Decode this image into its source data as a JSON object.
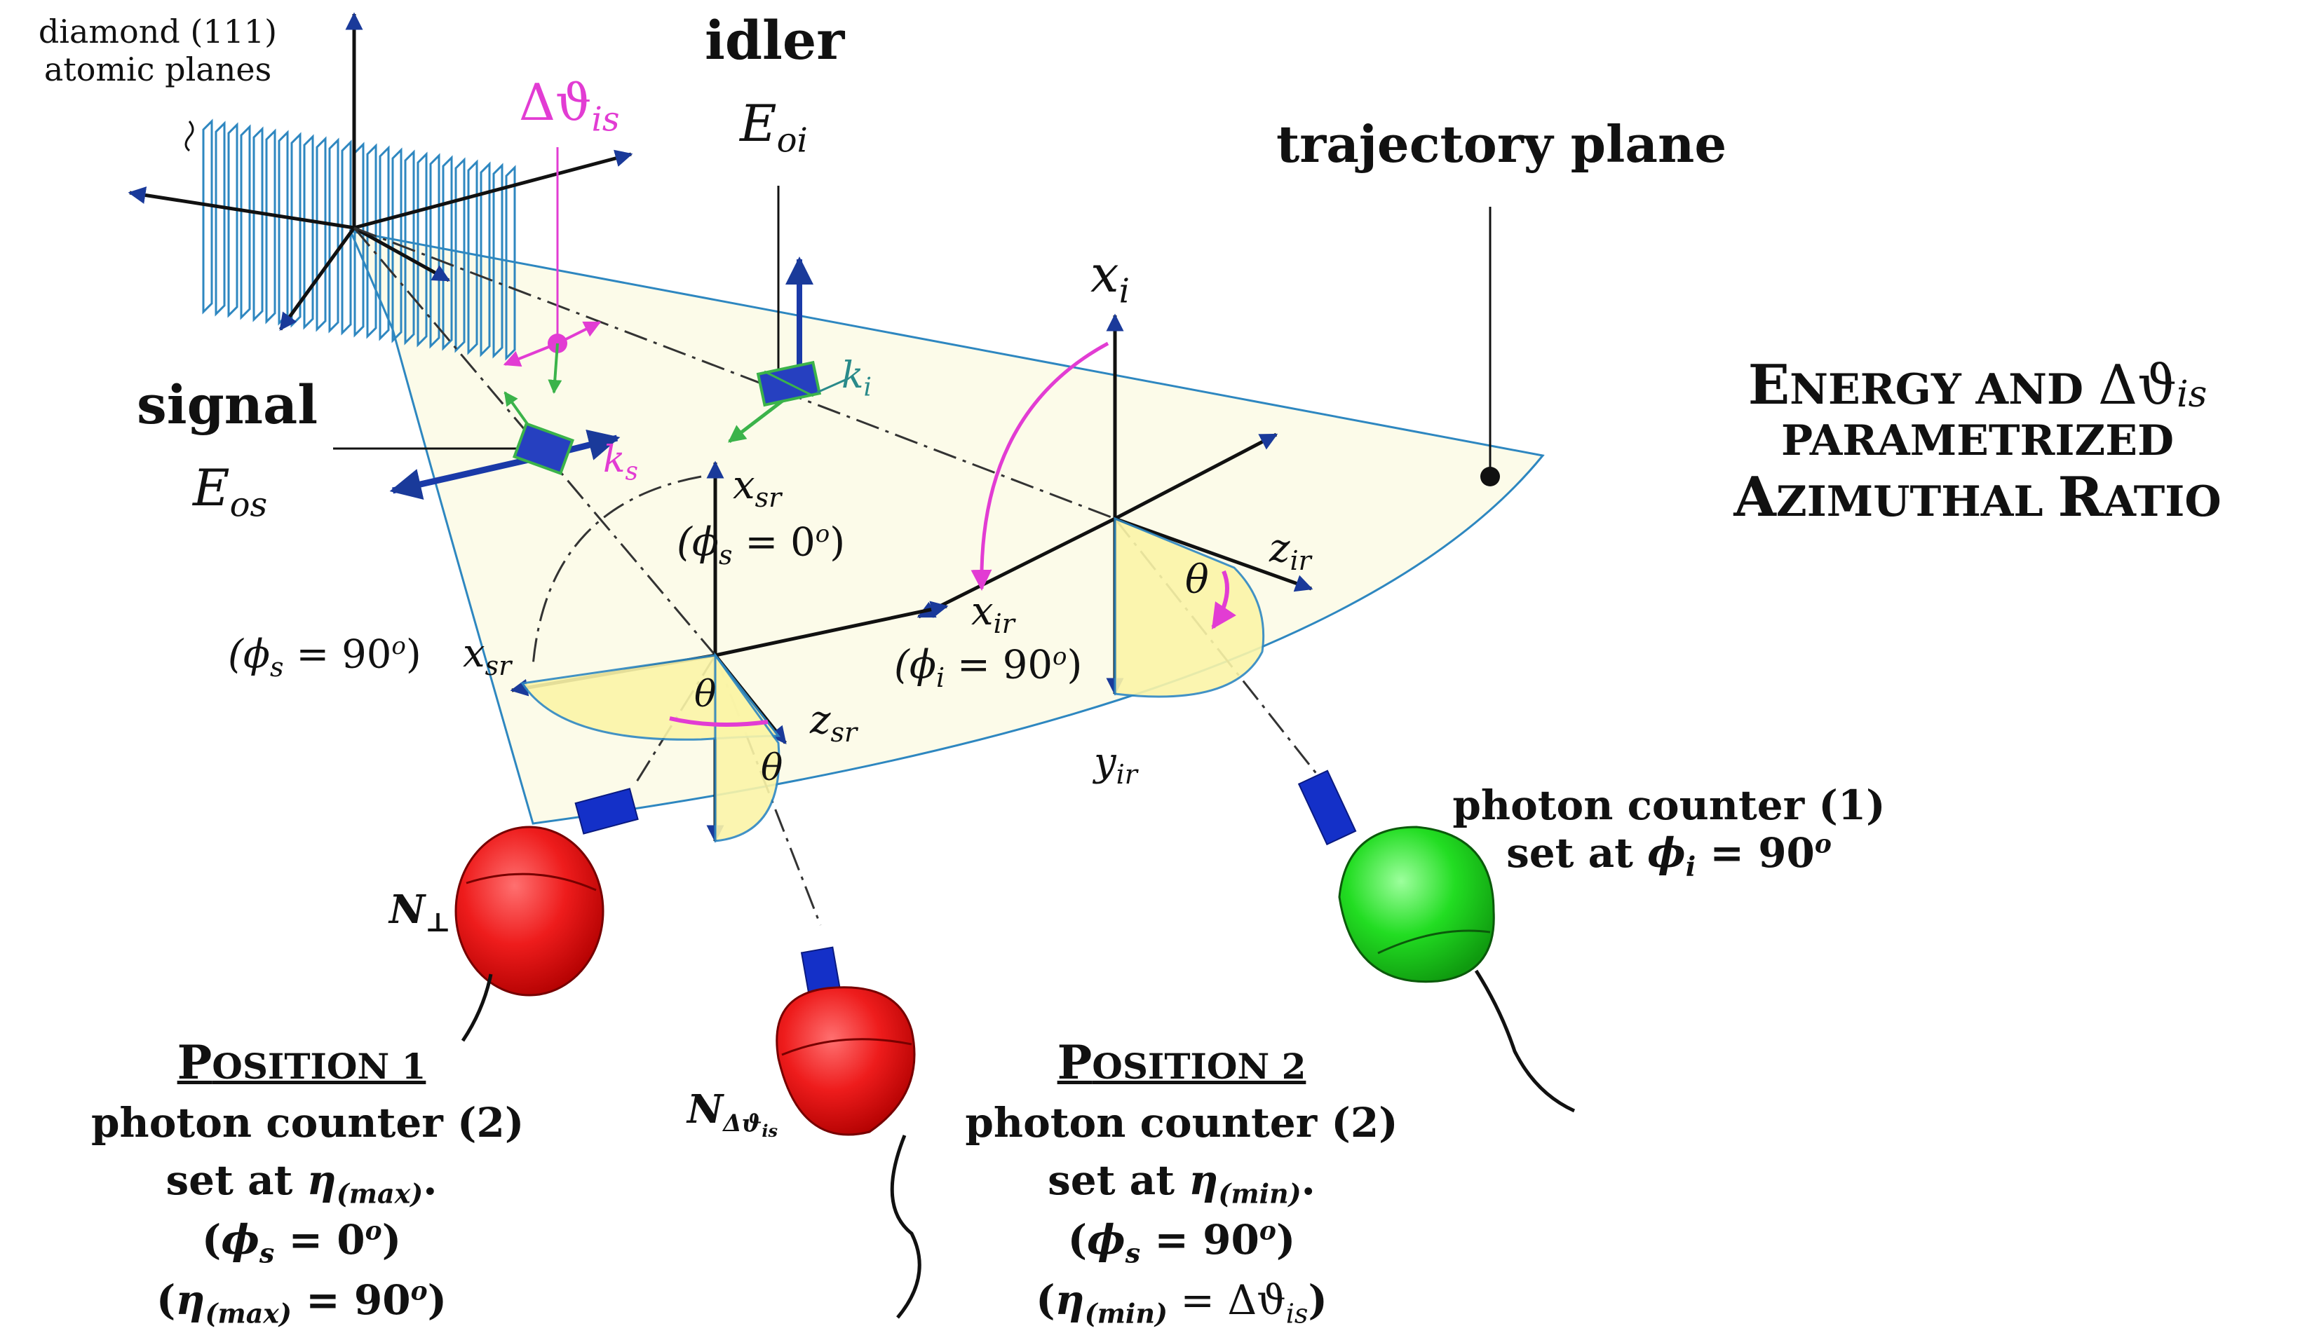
{
  "colors": {
    "plane_fill": "#fcfbe9",
    "plane_edge": "#2e87c0",
    "crystal": "#2e87c0",
    "magenta": "#e23cd3",
    "teal": "#2a8a8a",
    "sector_fill": "#fbf5a8",
    "counter_red": "#ee1c1c",
    "counter_green": "#22dd22",
    "grating_blue": "#1430c8"
  },
  "labels": {
    "crystal_line1": "diamond (111)",
    "crystal_line2": "atomic planes",
    "delta_theta": "Δϑ",
    "delta_theta_sub": "is",
    "idler_title": "idler",
    "idler_E": "E",
    "idler_E_sub": "oi",
    "signal_title": "signal",
    "signal_E": "E",
    "signal_E_sub": "os",
    "trajectory": "trajectory plane",
    "k_i": "k",
    "k_i_sub": "i",
    "k_s": "k",
    "k_s_sub": "s",
    "x_i": "x",
    "x_i_sub": "i",
    "x_sr_top": "x",
    "x_sr_top_sub": "sr",
    "phi_s0": "(ϕ",
    "phi_s0_sub": "s",
    "phi_s0_tail": " = 0",
    "phi_s0_sup": "o",
    "phi_s0_close": ")",
    "phi_s90": "(ϕ",
    "phi_s90_sub": "s",
    "phi_s90_tail": " = 90",
    "phi_s90_sup": "o",
    "phi_s90_close": ")",
    "x_sr_left": "x",
    "x_sr_left_sub": "sr",
    "x_ir": "x",
    "x_ir_sub": "ir",
    "phi_i90": "(ϕ",
    "phi_i90_sub": "i",
    "phi_i90_tail": " = 90",
    "phi_i90_sup": "o",
    "phi_i90_close": ")",
    "z_ir": "z",
    "z_ir_sub": "ir",
    "z_sr": "z",
    "z_sr_sub": "sr",
    "y_ir": "y",
    "y_ir_sub": "ir",
    "theta": "θ",
    "n_perp": "N",
    "n_perp_sub": "⊥",
    "n_delta": "N",
    "n_delta_sub": "Δϑ",
    "n_delta_subsub": "is"
  },
  "title": {
    "line1_E": "E",
    "line1_rest": "NERGY AND ",
    "line1_delta": "Δϑ",
    "line1_sub": "is",
    "line2": "PARAMETRIZED",
    "line3_A": "A",
    "line3_a": "ZIMUTHAL ",
    "line3_R": "R",
    "line3_r": "ATIO"
  },
  "counter1": {
    "line1": "photon counter (1)",
    "line2_pre": "set at ",
    "line2_phi": "ϕ",
    "line2_sub": "i",
    "line2_eq": " = 90",
    "line2_sup": "o"
  },
  "position1": {
    "heading_P": "P",
    "heading_rest": "OSITION 1",
    "line1": "photon counter (2)",
    "line2_pre": "set at ",
    "line2_eta": "η",
    "line2_sub": "(max)",
    "line2_post": ".",
    "line3_open": "(",
    "line3_phi": "ϕ",
    "line3_sub": "s",
    "line3_eq": " = 0",
    "line3_sup": "o",
    "line3_close": ")",
    "line4_open": "(",
    "line4_eta": "η",
    "line4_sub": "(max)",
    "line4_eq": " = 90",
    "line4_sup": "o",
    "line4_close": ")"
  },
  "position2": {
    "heading_P": "P",
    "heading_rest": "OSITION 2",
    "line1": "photon counter (2)",
    "line2_pre": "set at ",
    "line2_eta": "η",
    "line2_sub": "(min)",
    "line2_post": ".",
    "line3_open": "(",
    "line3_phi": "ϕ",
    "line3_sub": "s",
    "line3_eq": " = 90",
    "line3_sup": "o",
    "line3_close": ")",
    "line4_open": "(",
    "line4_eta": "η",
    "line4_sub": "(min)",
    "line4_eq": " = Δϑ",
    "line4_sub2": "is",
    "line4_close": ")"
  }
}
